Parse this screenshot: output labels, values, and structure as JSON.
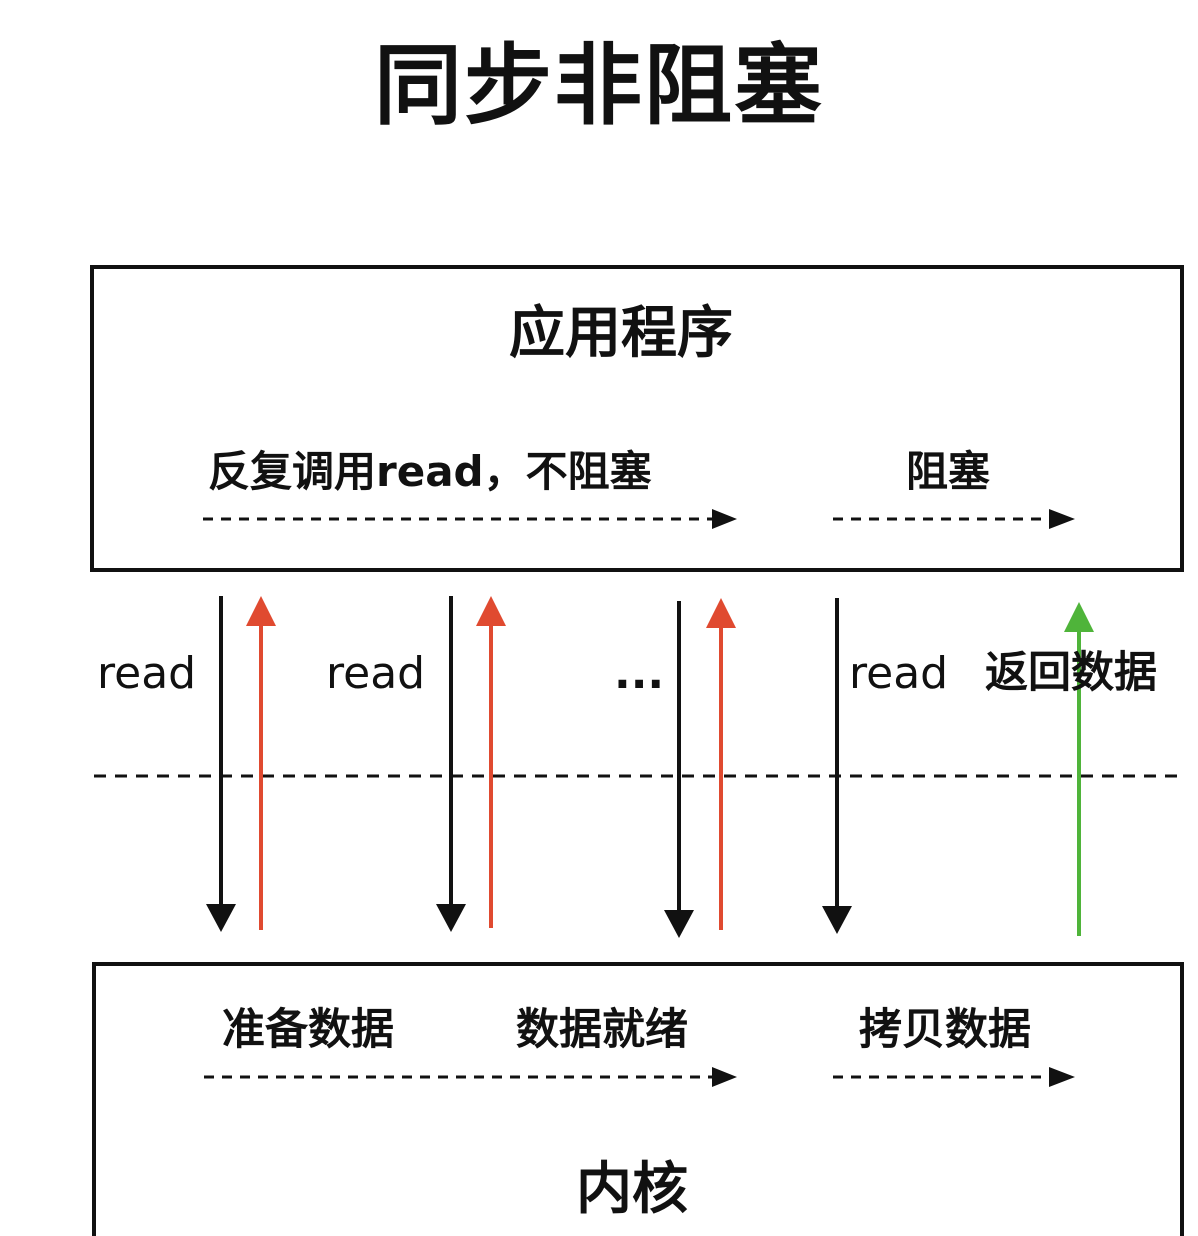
{
  "title": "同步非阻塞",
  "app_box": {
    "title": "应用程序",
    "phase_nonblocking": "反复调用read，不阻塞",
    "phase_blocking": "阻塞"
  },
  "calls": {
    "read_1": "read",
    "read_2": "read",
    "ellipsis": "...",
    "read_3": "read",
    "return_data": "返回数据"
  },
  "kernel_box": {
    "title": "内核",
    "phase_prepare": "准备数据",
    "phase_ready": "数据就绪",
    "phase_copy": "拷贝数据"
  },
  "colors": {
    "call_arrow": "#111111",
    "error_return_arrow": "#e04a30",
    "data_return_arrow": "#4fb43a",
    "border": "#111111"
  }
}
